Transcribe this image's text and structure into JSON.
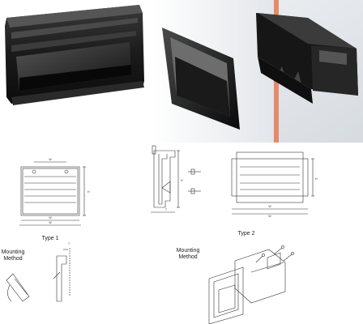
{
  "type1": {
    "label": "Type 1",
    "dims": {
      "h": "H",
      "w_inner": "W",
      "w_outer": "W"
    },
    "mounting_label_line1": "Mounting",
    "mounting_label_line2": "Method",
    "mounting_dim": "T"
  },
  "type2": {
    "label": "Type 2",
    "dims": {
      "h": "H",
      "w_inner": "W",
      "w_outer": "W",
      "t": "T",
      "side_h": "H"
    },
    "mounting_label_line1": "Mounting",
    "mounting_label_line2": "Method"
  },
  "colors": {
    "handle_dark": "#1c1c1c",
    "panel_edge": "#e58a6a",
    "background_panel": "#e9ecef",
    "line": "#333333"
  }
}
